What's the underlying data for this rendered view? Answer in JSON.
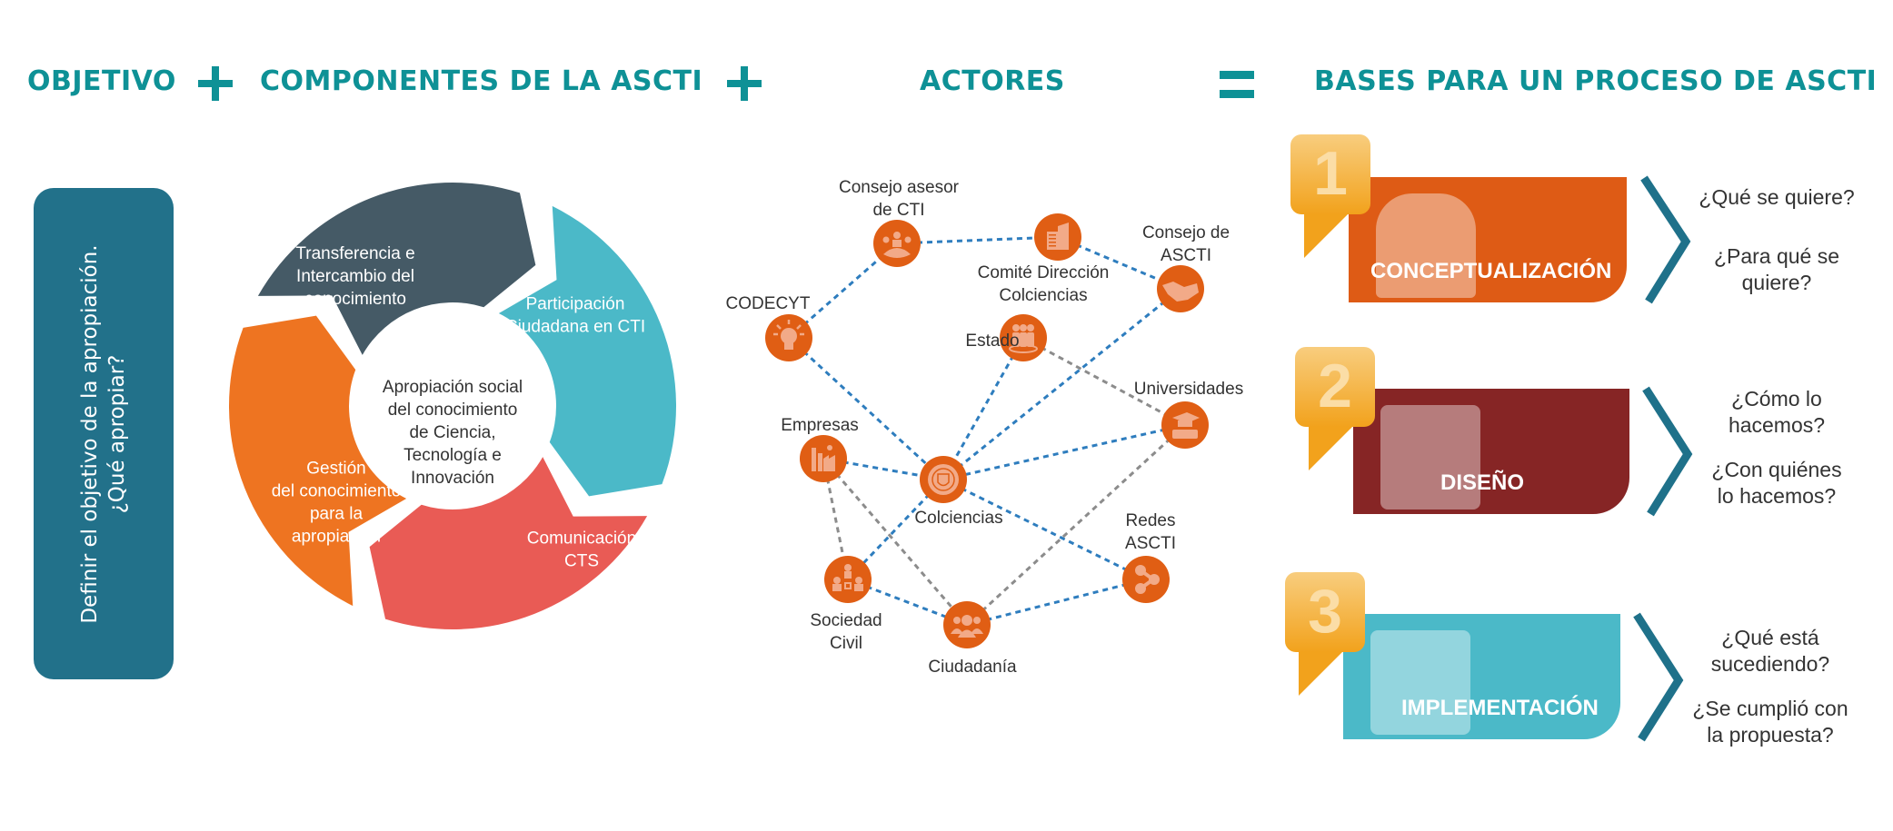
{
  "headers": {
    "objetivo": "OBJETIVO",
    "componentes": "COMPONENTES DE LA ASCTI",
    "actores": "ACTORES",
    "bases": "BASES PARA UN PROCESO DE ASCTI"
  },
  "operators": [
    "plus",
    "plus",
    "equals"
  ],
  "objective": {
    "line1": "Definir el objetivo de la apropiación.",
    "line2": "¿Qué apropiar?"
  },
  "components": {
    "center": [
      "Apropiación social",
      "del conocimiento",
      "de Ciencia,",
      "Tecnología e",
      "Innovación"
    ],
    "segments": [
      {
        "lines": [
          "Transferencia e",
          "Intercambio del",
          "conocimiento"
        ],
        "color": "#455A66"
      },
      {
        "lines": [
          "Participación",
          "Ciudadana en CTI"
        ],
        "color": "#4BB9C8"
      },
      {
        "lines": [
          "Comunicación",
          "CTS"
        ],
        "color": "#E95B55"
      },
      {
        "lines": [
          "Gestión",
          "del conocimiento",
          "para la",
          "apropiación"
        ],
        "color": "#EE7421"
      }
    ]
  },
  "actors": {
    "node_color": "#E05E14",
    "icon_color": "#F2AA88",
    "link_primary_color": "#2E7DBE",
    "link_secondary_color": "#8C8C8C",
    "nodes": [
      {
        "id": "consejo_asesor",
        "lines": [
          "Consejo asesor",
          "de CTI"
        ],
        "icon": "meeting-icon"
      },
      {
        "id": "comite",
        "lines": [
          "Comité Dirección",
          "Colciencias"
        ],
        "icon": "building-icon"
      },
      {
        "id": "consejo_ascti",
        "lines": [
          "Consejo de",
          "ASCTI"
        ],
        "icon": "handshake-icon"
      },
      {
        "id": "codecyt",
        "lines": [
          "CODECYT"
        ],
        "icon": "lightbulb-icon"
      },
      {
        "id": "estado",
        "lines": [
          "Estado"
        ],
        "icon": "group-icon"
      },
      {
        "id": "universidades",
        "lines": [
          "Universidades"
        ],
        "icon": "graduation-cap-icon"
      },
      {
        "id": "empresas",
        "lines": [
          "Empresas"
        ],
        "icon": "factory-icon"
      },
      {
        "id": "colciencias",
        "lines": [
          "Colciencias"
        ],
        "icon": "coat-of-arms-icon"
      },
      {
        "id": "sociedad_civil",
        "lines": [
          "Sociedad",
          "Civil"
        ],
        "icon": "network-people-icon"
      },
      {
        "id": "ciudadania",
        "lines": [
          "Ciudadanía"
        ],
        "icon": "people-icon"
      },
      {
        "id": "redes",
        "lines": [
          "Redes",
          "ASCTI"
        ],
        "icon": "share-icon"
      }
    ],
    "links": [
      {
        "from": "codecyt",
        "to": "consejo_asesor",
        "type": "primary"
      },
      {
        "from": "consejo_asesor",
        "to": "comite",
        "type": "primary"
      },
      {
        "from": "comite",
        "to": "consejo_ascti",
        "type": "primary"
      },
      {
        "from": "codecyt",
        "to": "colciencias",
        "type": "primary"
      },
      {
        "from": "estado",
        "to": "colciencias",
        "type": "primary"
      },
      {
        "from": "consejo_ascti",
        "to": "colciencias",
        "type": "primary"
      },
      {
        "from": "universidades",
        "to": "colciencias",
        "type": "primary"
      },
      {
        "from": "empresas",
        "to": "colciencias",
        "type": "primary"
      },
      {
        "from": "colciencias",
        "to": "redes",
        "type": "primary"
      },
      {
        "from": "colciencias",
        "to": "sociedad_civil",
        "type": "primary"
      },
      {
        "from": "sociedad_civil",
        "to": "ciudadania",
        "type": "primary"
      },
      {
        "from": "ciudadania",
        "to": "redes",
        "type": "primary"
      },
      {
        "from": "estado",
        "to": "universidades",
        "type": "secondary"
      },
      {
        "from": "empresas",
        "to": "sociedad_civil",
        "type": "secondary"
      },
      {
        "from": "empresas",
        "to": "ciudadania",
        "type": "secondary"
      },
      {
        "from": "universidades",
        "to": "ciudadania",
        "type": "secondary"
      }
    ]
  },
  "steps": [
    {
      "number": "1",
      "label": "CONCEPTUALIZACIÓN",
      "color": "#DE5B15",
      "icon": "person-laptop-icon",
      "questions": [
        [
          "¿Qué se quiere?"
        ],
        [
          "¿Para qué se",
          "quiere?"
        ]
      ]
    },
    {
      "number": "2",
      "label": "DISEÑO",
      "color": "#862525",
      "icon": "computer-mouse-icon",
      "questions": [
        [
          "¿Cómo lo",
          "hacemos?"
        ],
        [
          "¿Con quiénes",
          "lo hacemos?"
        ]
      ]
    },
    {
      "number": "3",
      "label": "IMPLEMENTACIÓN",
      "color": "#4BB9C8",
      "icon": "tablet-chart-icon",
      "questions": [
        [
          "¿Qué está",
          "sucediendo?"
        ],
        [
          "¿Se cumplió con",
          "la propuesta?"
        ]
      ]
    }
  ],
  "chevron_color": "#1F718A"
}
